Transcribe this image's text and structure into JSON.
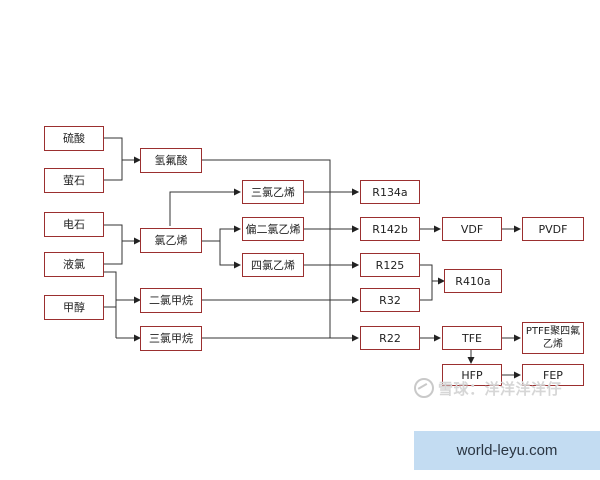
{
  "diagram": {
    "nodes": {
      "sulfuric_acid": "硫酸",
      "fluorite": "萤石",
      "hf": "氢氟酸",
      "calcium_carbide": "电石",
      "liquid_chlorine": "液氯",
      "methanol": "甲醇",
      "vinyl_chloride": "氯乙烯",
      "trichloroethylene": "三氯乙烯",
      "vinylidene_chloride": "偏二氯乙烯",
      "tetrachloroethylene": "四氯乙烯",
      "dichloromethane": "二氯甲烷",
      "chloroform": "三氯甲烷",
      "r134a": "R134a",
      "r142b": "R142b",
      "r125": "R125",
      "r32": "R32",
      "r22": "R22",
      "r410a": "R410a",
      "vdf": "VDF",
      "pvdf": "PVDF",
      "tfe": "TFE",
      "ptfe": "PTFE聚四氟乙烯",
      "hfp": "HFP",
      "fep": "FEP"
    }
  },
  "watermark": {
    "text": "雪球：洋洋洋洋仔"
  },
  "caption": {
    "text": "world-leyu.com"
  },
  "colors": {
    "node_border": "#9b2f2f",
    "line": "#222222",
    "caption_bg": "#c3dcf2"
  }
}
